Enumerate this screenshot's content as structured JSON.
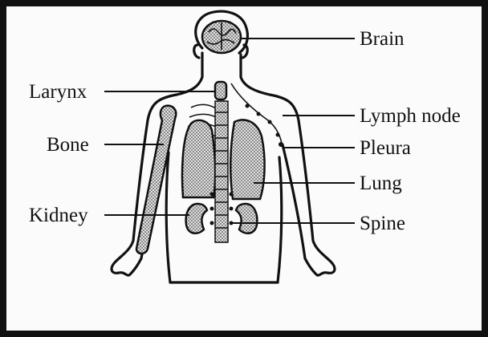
{
  "diagram": {
    "labels": {
      "brain": "Brain",
      "larynx": "Larynx",
      "lymph_node": "Lymph node",
      "bone": "Bone",
      "pleura": "Pleura",
      "lung": "Lung",
      "kidney": "Kidney",
      "spine": "Spine"
    },
    "colors": {
      "border": "#111111",
      "background": "#fbfbfb",
      "stipple": "#555555"
    }
  }
}
